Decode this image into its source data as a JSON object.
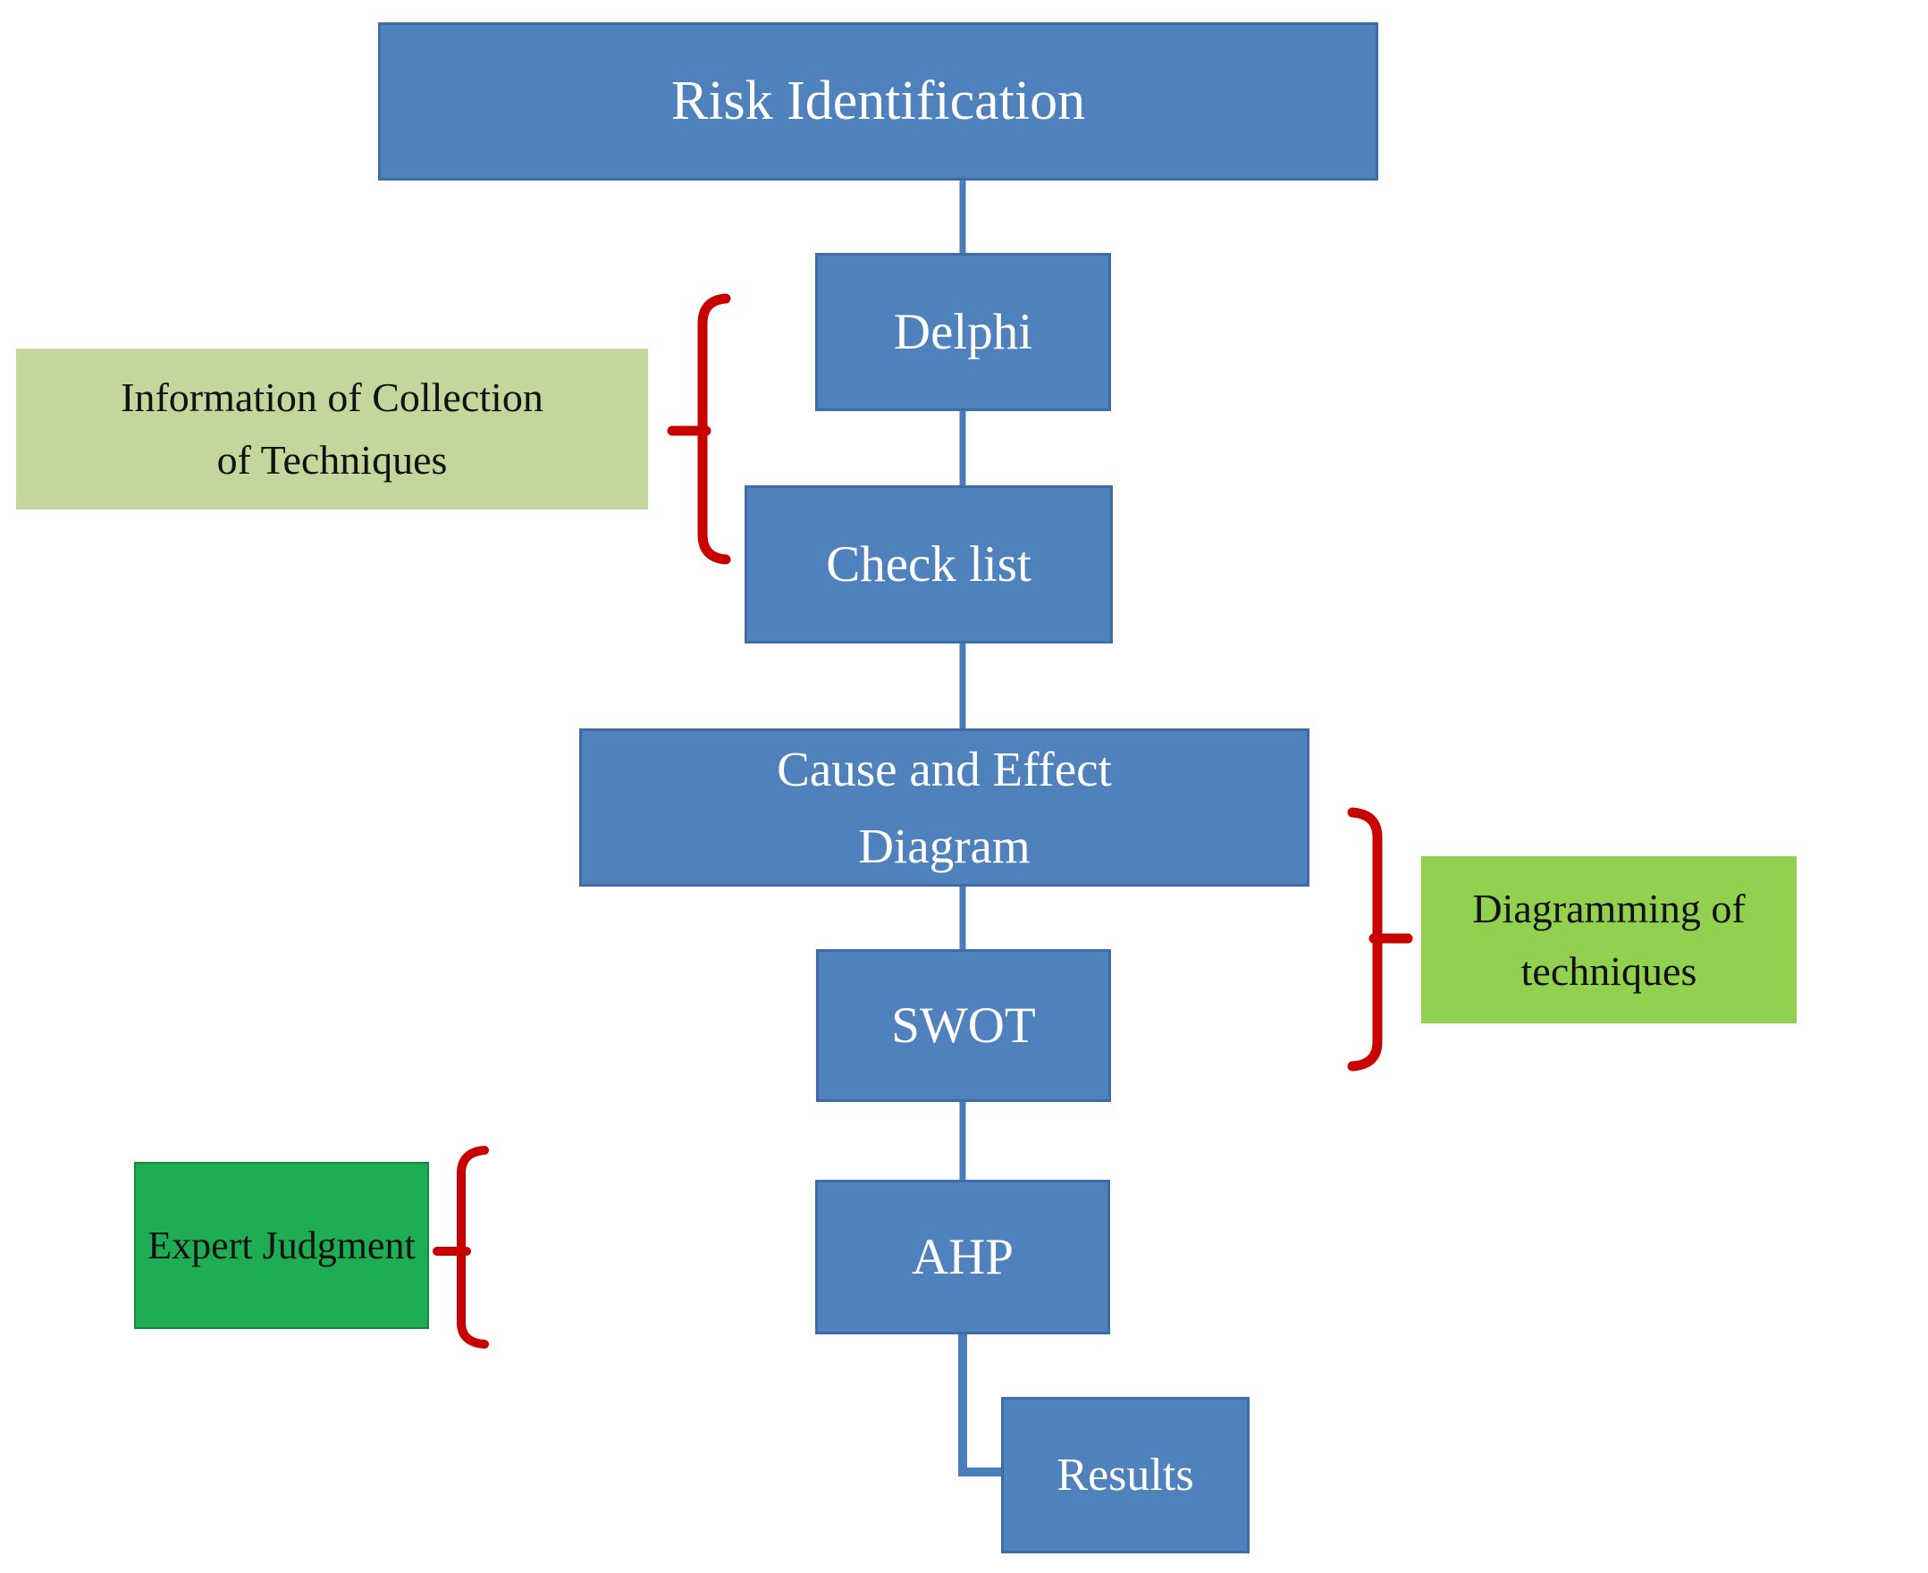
{
  "flowchart": {
    "nodes": {
      "risk": {
        "label": "Risk Identification"
      },
      "delphi": {
        "label": "Delphi"
      },
      "checklist": {
        "label": "Check list"
      },
      "cause": {
        "line1": "Cause and Effect",
        "line2": "Diagram"
      },
      "swot": {
        "label": "SWOT"
      },
      "ahp": {
        "label": "AHP"
      },
      "results": {
        "label": "Results"
      }
    },
    "side_labels": {
      "info_collection": {
        "line1": "Information of Collection",
        "line2": "of Techniques"
      },
      "diagramming": {
        "line1": "Diagramming of",
        "line2": "techniques"
      },
      "expert_judgment": {
        "label": "Expert Judgment"
      }
    },
    "colors": {
      "node_blue": "#4f81bd",
      "node_blue_border": "#3d6da6",
      "label_sage_green": "#c3d69b",
      "label_bright_green": "#92d050",
      "label_strong_green": "#1fad53",
      "brace_red": "#c80000",
      "connector_blue": "#4a7ebb",
      "node_text": "#ffffff",
      "label_text": "#111111"
    }
  }
}
